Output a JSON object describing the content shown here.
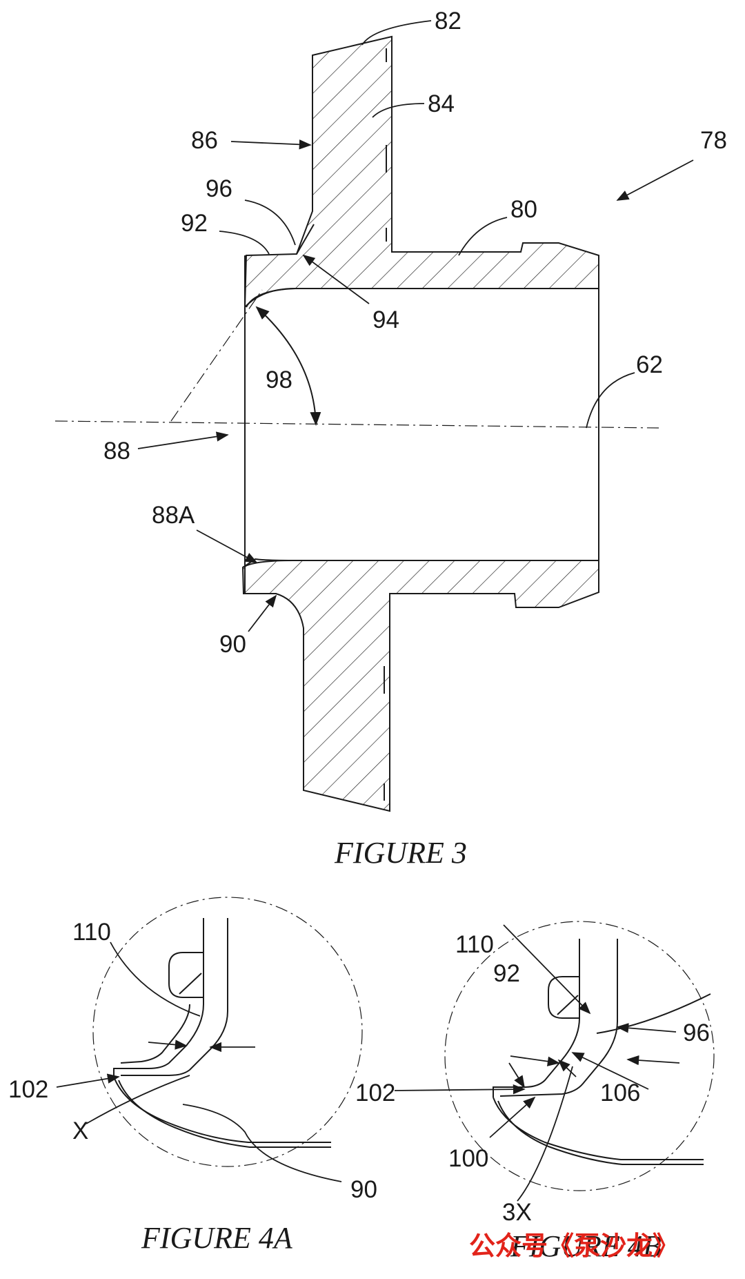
{
  "figures": {
    "figure3": {
      "caption": "FIGURE 3",
      "labels": [
        "82",
        "84",
        "86",
        "78",
        "96",
        "92",
        "80",
        "94",
        "98",
        "62",
        "88",
        "88A",
        "90"
      ]
    },
    "figure4a": {
      "caption": "FIGURE 4A",
      "labels": [
        "110",
        "102",
        "X",
        "90"
      ]
    },
    "figure4b": {
      "caption": "FIGURE 4B",
      "labels": [
        "110",
        "92",
        "96",
        "102",
        "106",
        "100",
        "3X"
      ]
    }
  },
  "watermark": "公众号《泵沙龙》",
  "colors": {
    "ink": "#1a1a1a",
    "watermark": "#e2231a",
    "paper": "#ffffff"
  }
}
